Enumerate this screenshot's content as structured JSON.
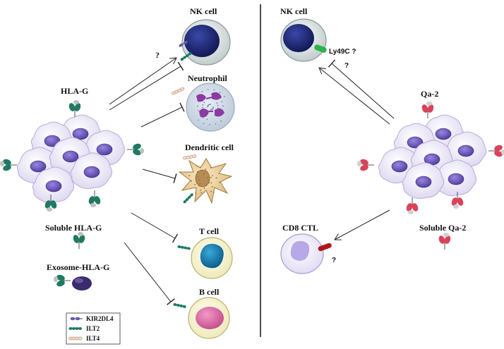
{
  "left": {
    "hla_g_label": "HLA-G",
    "soluble_label": "Soluble HLA-G",
    "exosome_label": "Exosome-HLA-G",
    "nk_label": "NK cell",
    "nk_question": "?",
    "neutrophil_label": "Neutrophil",
    "dendritic_label": "Dendritic  cell",
    "tcell_label": "T cell",
    "bcell_label": "B cell"
  },
  "right": {
    "nk_label": "NK cell",
    "ly49c_label": "Ly49C ?",
    "inhib_question": "?",
    "qa2_label": "Qa-2",
    "cd8_label": "CD8 CTL",
    "cd8_question": "?",
    "soluble_label": "Soluble  Qa-2"
  },
  "legend": {
    "items": [
      {
        "label": "KIR2DL4",
        "icon": "kir2dl4-receptor-icon",
        "color": "#6a5aa8"
      },
      {
        "label": "ILT2",
        "icon": "ilt2-receptor-icon",
        "color": "#1f7a63"
      },
      {
        "label": "ILT4",
        "icon": "ilt4-receptor-icon",
        "color": "#d9a58a"
      }
    ]
  },
  "colors": {
    "hla_g": "#1f7a63",
    "qa2": "#d9435a",
    "cell_membrane": "#e8e4f4",
    "cell_nucleus": "#6a56b8",
    "nk_nucleus": "#1e2a78",
    "tcell_nucleus": "#1a7fb5",
    "bcell_nucleus": "#e06aa8",
    "ly49c": "#2db34a",
    "cd8_receptor": "#b01818"
  }
}
